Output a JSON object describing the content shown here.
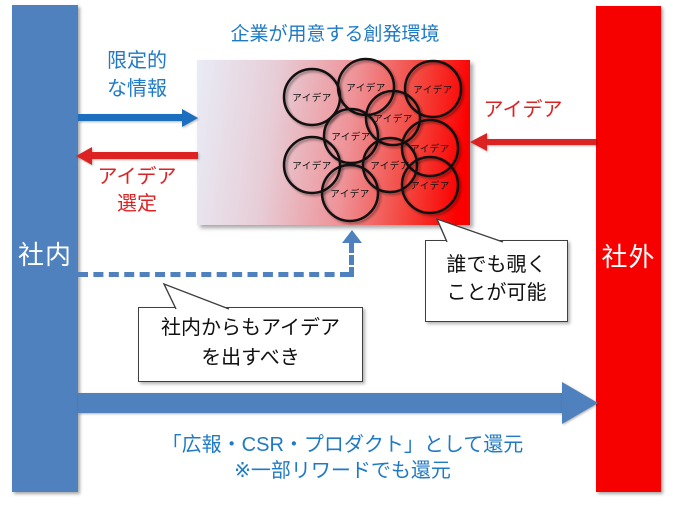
{
  "diagram": {
    "title": "企業が用意する創発環境",
    "inside_label": "社内",
    "outside_label": "社外",
    "limited_info_label": "限定的\nな情報",
    "idea_selection_label": "アイデア\n選定",
    "incoming_idea_label": "アイデア",
    "circle_label": "アイデア",
    "peek_callout": "誰でも覗く\nことが可能",
    "internal_idea_callout": "社内からもアイデア\nを出すべき",
    "return_line1": "「広報・CSR・プロダクト」として還元",
    "return_line2": "※一部リワードでも還元",
    "colors": {
      "inside_blue": "#4E81BD",
      "outside_red": "#F70000",
      "text_blue": "#1F7AC5",
      "arrow_blue": "#1C6FBE",
      "arrow_red": "#DD2222"
    }
  }
}
